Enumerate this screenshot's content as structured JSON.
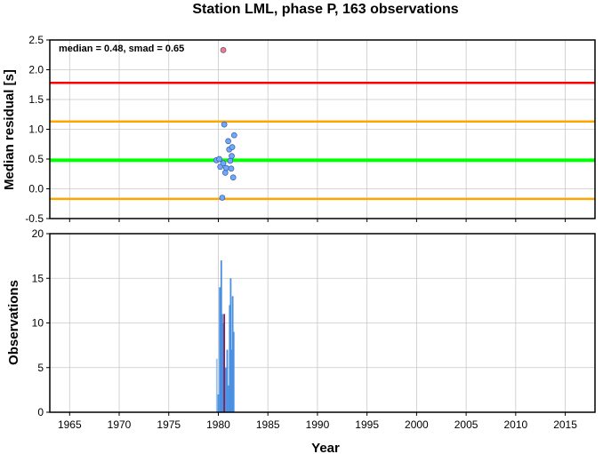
{
  "chart_data": [
    {
      "type": "scatter",
      "title": "Station LML, phase P, 163 observations",
      "xlabel": "",
      "ylabel": "Median residual [s]",
      "annotation": "median = 0.48, smad = 0.65",
      "xlim": [
        1963,
        2018
      ],
      "ylim": [
        -0.5,
        2.5
      ],
      "yticks": [
        "-0.5",
        "0.0",
        "0.5",
        "1.0",
        "1.5",
        "2.0",
        "2.5"
      ],
      "grid": true,
      "reference_lines": [
        {
          "y": 1.78,
          "color": "#ff0000"
        },
        {
          "y": 1.13,
          "color": "#ffa500"
        },
        {
          "y": 0.48,
          "color": "#00ff00"
        },
        {
          "y": -0.17,
          "color": "#ffa500"
        }
      ],
      "series": [
        {
          "color": "#6fa8ff",
          "points": [
            {
              "x": 1979.8,
              "y": 0.48
            },
            {
              "x": 1980.1,
              "y": 0.5
            },
            {
              "x": 1980.2,
              "y": 0.37
            },
            {
              "x": 1980.4,
              "y": -0.15
            },
            {
              "x": 1980.5,
              "y": 0.43
            },
            {
              "x": 1980.6,
              "y": 1.08
            },
            {
              "x": 1980.7,
              "y": 0.27
            },
            {
              "x": 1980.8,
              "y": 0.35
            },
            {
              "x": 1981.0,
              "y": 0.8
            },
            {
              "x": 1981.1,
              "y": 0.66
            },
            {
              "x": 1981.2,
              "y": 0.47
            },
            {
              "x": 1981.3,
              "y": 0.34
            },
            {
              "x": 1981.35,
              "y": 0.55
            },
            {
              "x": 1981.4,
              "y": 0.7
            },
            {
              "x": 1981.5,
              "y": 0.19
            },
            {
              "x": 1981.6,
              "y": 0.9
            }
          ]
        },
        {
          "color": "#ff7777",
          "points": [
            {
              "x": 1980.5,
              "y": 2.33
            }
          ]
        }
      ]
    },
    {
      "type": "bar",
      "title": "",
      "xlabel": "Year",
      "ylabel": "Observations",
      "xlim": [
        1963,
        2018
      ],
      "ylim": [
        0,
        20
      ],
      "xticks": [
        "1965",
        "1970",
        "1975",
        "1980",
        "1985",
        "1990",
        "1995",
        "2000",
        "2005",
        "2010",
        "2015"
      ],
      "yticks": [
        "0",
        "5",
        "10",
        "15",
        "20"
      ],
      "grid": true,
      "bars": [
        {
          "x": 1979.85,
          "value": 6,
          "color": "#9bc4f2"
        },
        {
          "x": 1980.0,
          "value": 2,
          "color": "#4a90e2"
        },
        {
          "x": 1980.15,
          "value": 14,
          "color": "#4a90e2"
        },
        {
          "x": 1980.3,
          "value": 17,
          "color": "#4a90e2"
        },
        {
          "x": 1980.4,
          "value": 11,
          "color": "#4a90e2"
        },
        {
          "x": 1980.5,
          "value": 10,
          "color": "#4a90e2"
        },
        {
          "x": 1980.6,
          "value": 11,
          "color": "#8b1a4a"
        },
        {
          "x": 1980.75,
          "value": 5,
          "color": "#4a90e2"
        },
        {
          "x": 1980.9,
          "value": 7,
          "color": "#4a90e2"
        },
        {
          "x": 1981.05,
          "value": 3,
          "color": "#4a90e2"
        },
        {
          "x": 1981.15,
          "value": 12,
          "color": "#4a90e2"
        },
        {
          "x": 1981.25,
          "value": 15,
          "color": "#4a90e2"
        },
        {
          "x": 1981.35,
          "value": 7,
          "color": "#4a90e2"
        },
        {
          "x": 1981.45,
          "value": 13,
          "color": "#4a90e2"
        },
        {
          "x": 1981.55,
          "value": 9,
          "color": "#4a90e2"
        }
      ]
    }
  ]
}
